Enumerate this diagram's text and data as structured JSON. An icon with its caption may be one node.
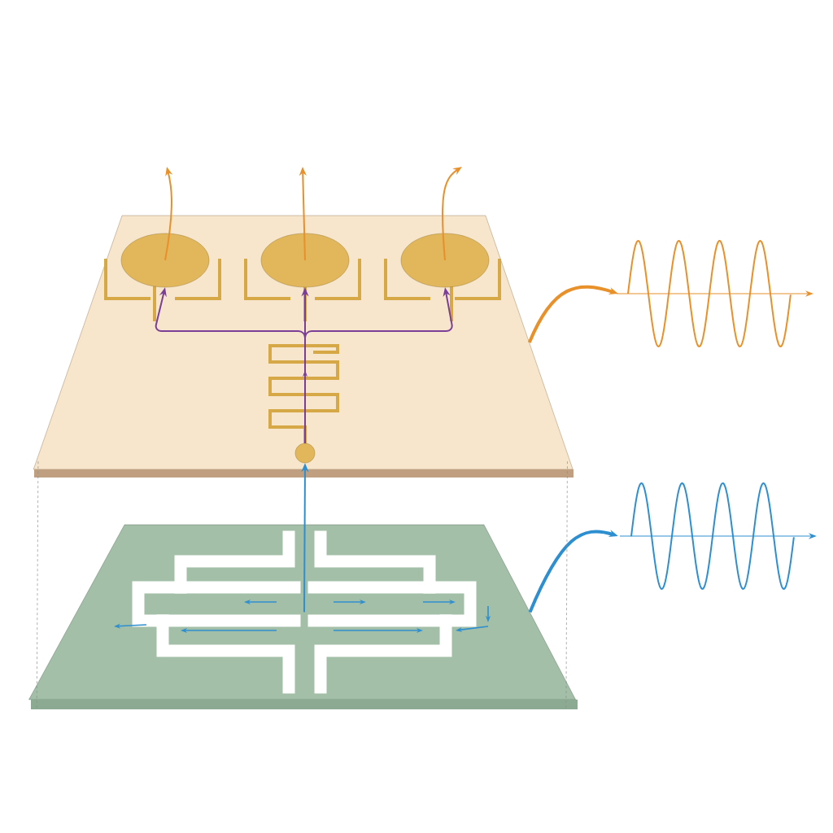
{
  "diagram": {
    "nodes": [
      {
        "text": [],
        "shape": "box"
      },
      {
        "text": [],
        "shape": "circle",
        "in": 0
      },
      {
        "text": [],
        "shape": "circle",
        "in": 0
      },
      {
        "text": [],
        "shape": "circle",
        "in": 0
      },
      {
        "text": [],
        "shape": "circle",
        "in": 0
      },
      {
        "text": [],
        "shape": "box"
      },
      {
        "text": [],
        "shape": "picture"
      },
      {
        "text": [],
        "shape": "picture"
      }
    ],
    "edges": [
      {
        "from": 1,
        "to": null,
        "arrow": "to"
      },
      {
        "from": 2,
        "to": null,
        "arrow": "to"
      },
      {
        "from": 3,
        "to": null,
        "arrow": "to"
      },
      {
        "from": 0,
        "to": 6,
        "arrow": "to",
        "style": "thick"
      },
      {
        "from": 5,
        "to": 7,
        "arrow": "to",
        "style": "thick",
        "color": "#2e8fd0"
      },
      {
        "from": 4,
        "to": 1,
        "arrow": "to",
        "color": "#7b3f98"
      },
      {
        "from": 4,
        "to": 2,
        "arrow": "to",
        "color": "#7b3f98"
      },
      {
        "from": 4,
        "to": 3,
        "arrow": "to",
        "color": "#7b3f98"
      },
      {
        "from": 5,
        "to": 4,
        "arrow": "to",
        "color": "#2e8fd0"
      },
      {
        "from": 0,
        "to": 5,
        "arrow": "none",
        "style": "dashed",
        "color": "#8c8c8c"
      },
      {
        "from": 0,
        "to": 5,
        "arrow": "none",
        "style": "dashed",
        "color": "#8c8c8c"
      }
    ]
  }
}
